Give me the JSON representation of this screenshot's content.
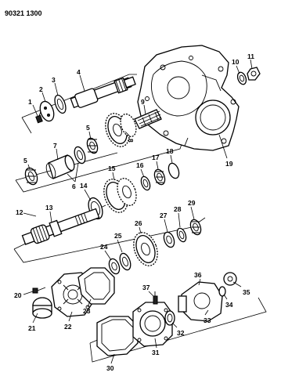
{
  "header": {
    "diagram_code": "90321 1300"
  },
  "callouts": [
    "1",
    "2",
    "3",
    "4",
    "5",
    "6",
    "7",
    "8",
    "9",
    "10",
    "11",
    "12",
    "13",
    "14",
    "15",
    "16",
    "17",
    "18",
    "19",
    "20",
    "21",
    "22",
    "23",
    "24",
    "25",
    "26",
    "27",
    "28",
    "29",
    "30",
    "31",
    "32",
    "33",
    "34",
    "35",
    "36",
    "37"
  ]
}
